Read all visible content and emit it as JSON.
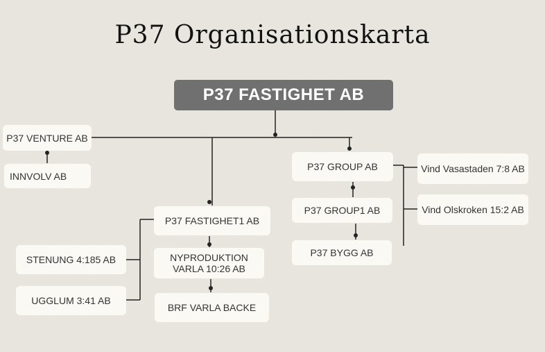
{
  "title": "P37 Organisationskarta",
  "root": "P37 FASTIGHET AB",
  "nodes": {
    "venture": "P37 VENTURE AB",
    "innvolv": "INNVOLV AB",
    "group": "P37 GROUP AB",
    "vasastaden": "Vind Vasastaden 7:8 AB",
    "olskroken": "Vind Olskroken 15:2 AB",
    "group1": "P37 GROUP1 AB",
    "bygg": "P37 BYGG AB",
    "fastighet1": "P37 FASTIGHET1 AB",
    "nyproduktion": "NYPRODUKTION VARLA 10:26 AB",
    "brf": "BRF VARLA BACKE",
    "stenung": "STENUNG 4:185 AB",
    "ugglum": "UGGLUM 3:41 AB"
  },
  "colors": {
    "background": "#ebe8e1",
    "root_fill": "#707070",
    "node_fill": "#fbf9f3",
    "line": "#222222"
  }
}
